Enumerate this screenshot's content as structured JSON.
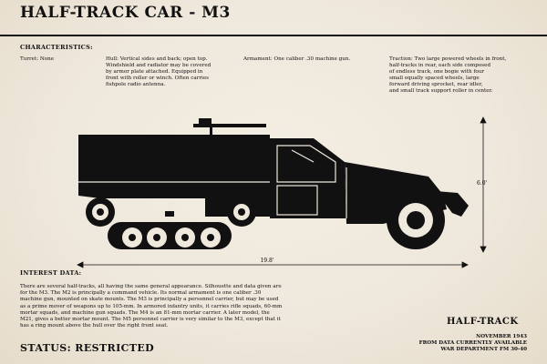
{
  "title": "HALF-TRACK CAR - M3",
  "characteristics_heading": "CHARACTERISTICS:",
  "specs": {
    "turret": "Turret: None",
    "hull": "Hull: Vertical sides and back; open top.\nWindshield and radiator may be covered\nby armor plate attached. Equipped in\nfront with roller or winch. Often carries\nfishpole radio antenna.",
    "armament": "Armament: One caliber .30 machine gun.",
    "traction": "Traction: Two large powered wheels in front,\nhalf-tracks in rear, each side composed\nof endless track, one bogie with four\nsmall equally spaced wheels, large\nforward driving sprocket, rear idler,\nand small track support roller in center."
  },
  "dimensions": {
    "height": "6.0'",
    "length": "19.8'"
  },
  "interest_heading": "INTEREST DATA:",
  "interest_body": "There are several half-tracks, all having the same general appearance. Silhouette and data given are for the M3. The M2 is principally a command vehicle. Its normal armament is one caliber .30 machine gun, mounted on skate mounts. The M3 is principally a personnel carrier, but may be used as a prime mover of weapons up to 105-mm. In armored infantry units, it carries rifle squads, 60-mm mortar squads, and machine gun squads. The M4 is an 81-mm mortar carrier. A later model, the M21, gives a better mortar mount. The M5 personnel carrier is very similar to the M3, except that it has a ring mount above the hull over the right front seat.",
  "status": "STATUS: RESTRICTED",
  "vehicle_type": "HALF-TRACK",
  "footer": "NOVEMBER 1943\nFROM DATA CURRENTLY AVAILABLE\nWAR DEPARTMENT FM 30-40",
  "colors": {
    "background": "#efe8dc",
    "ink": "#111111"
  }
}
